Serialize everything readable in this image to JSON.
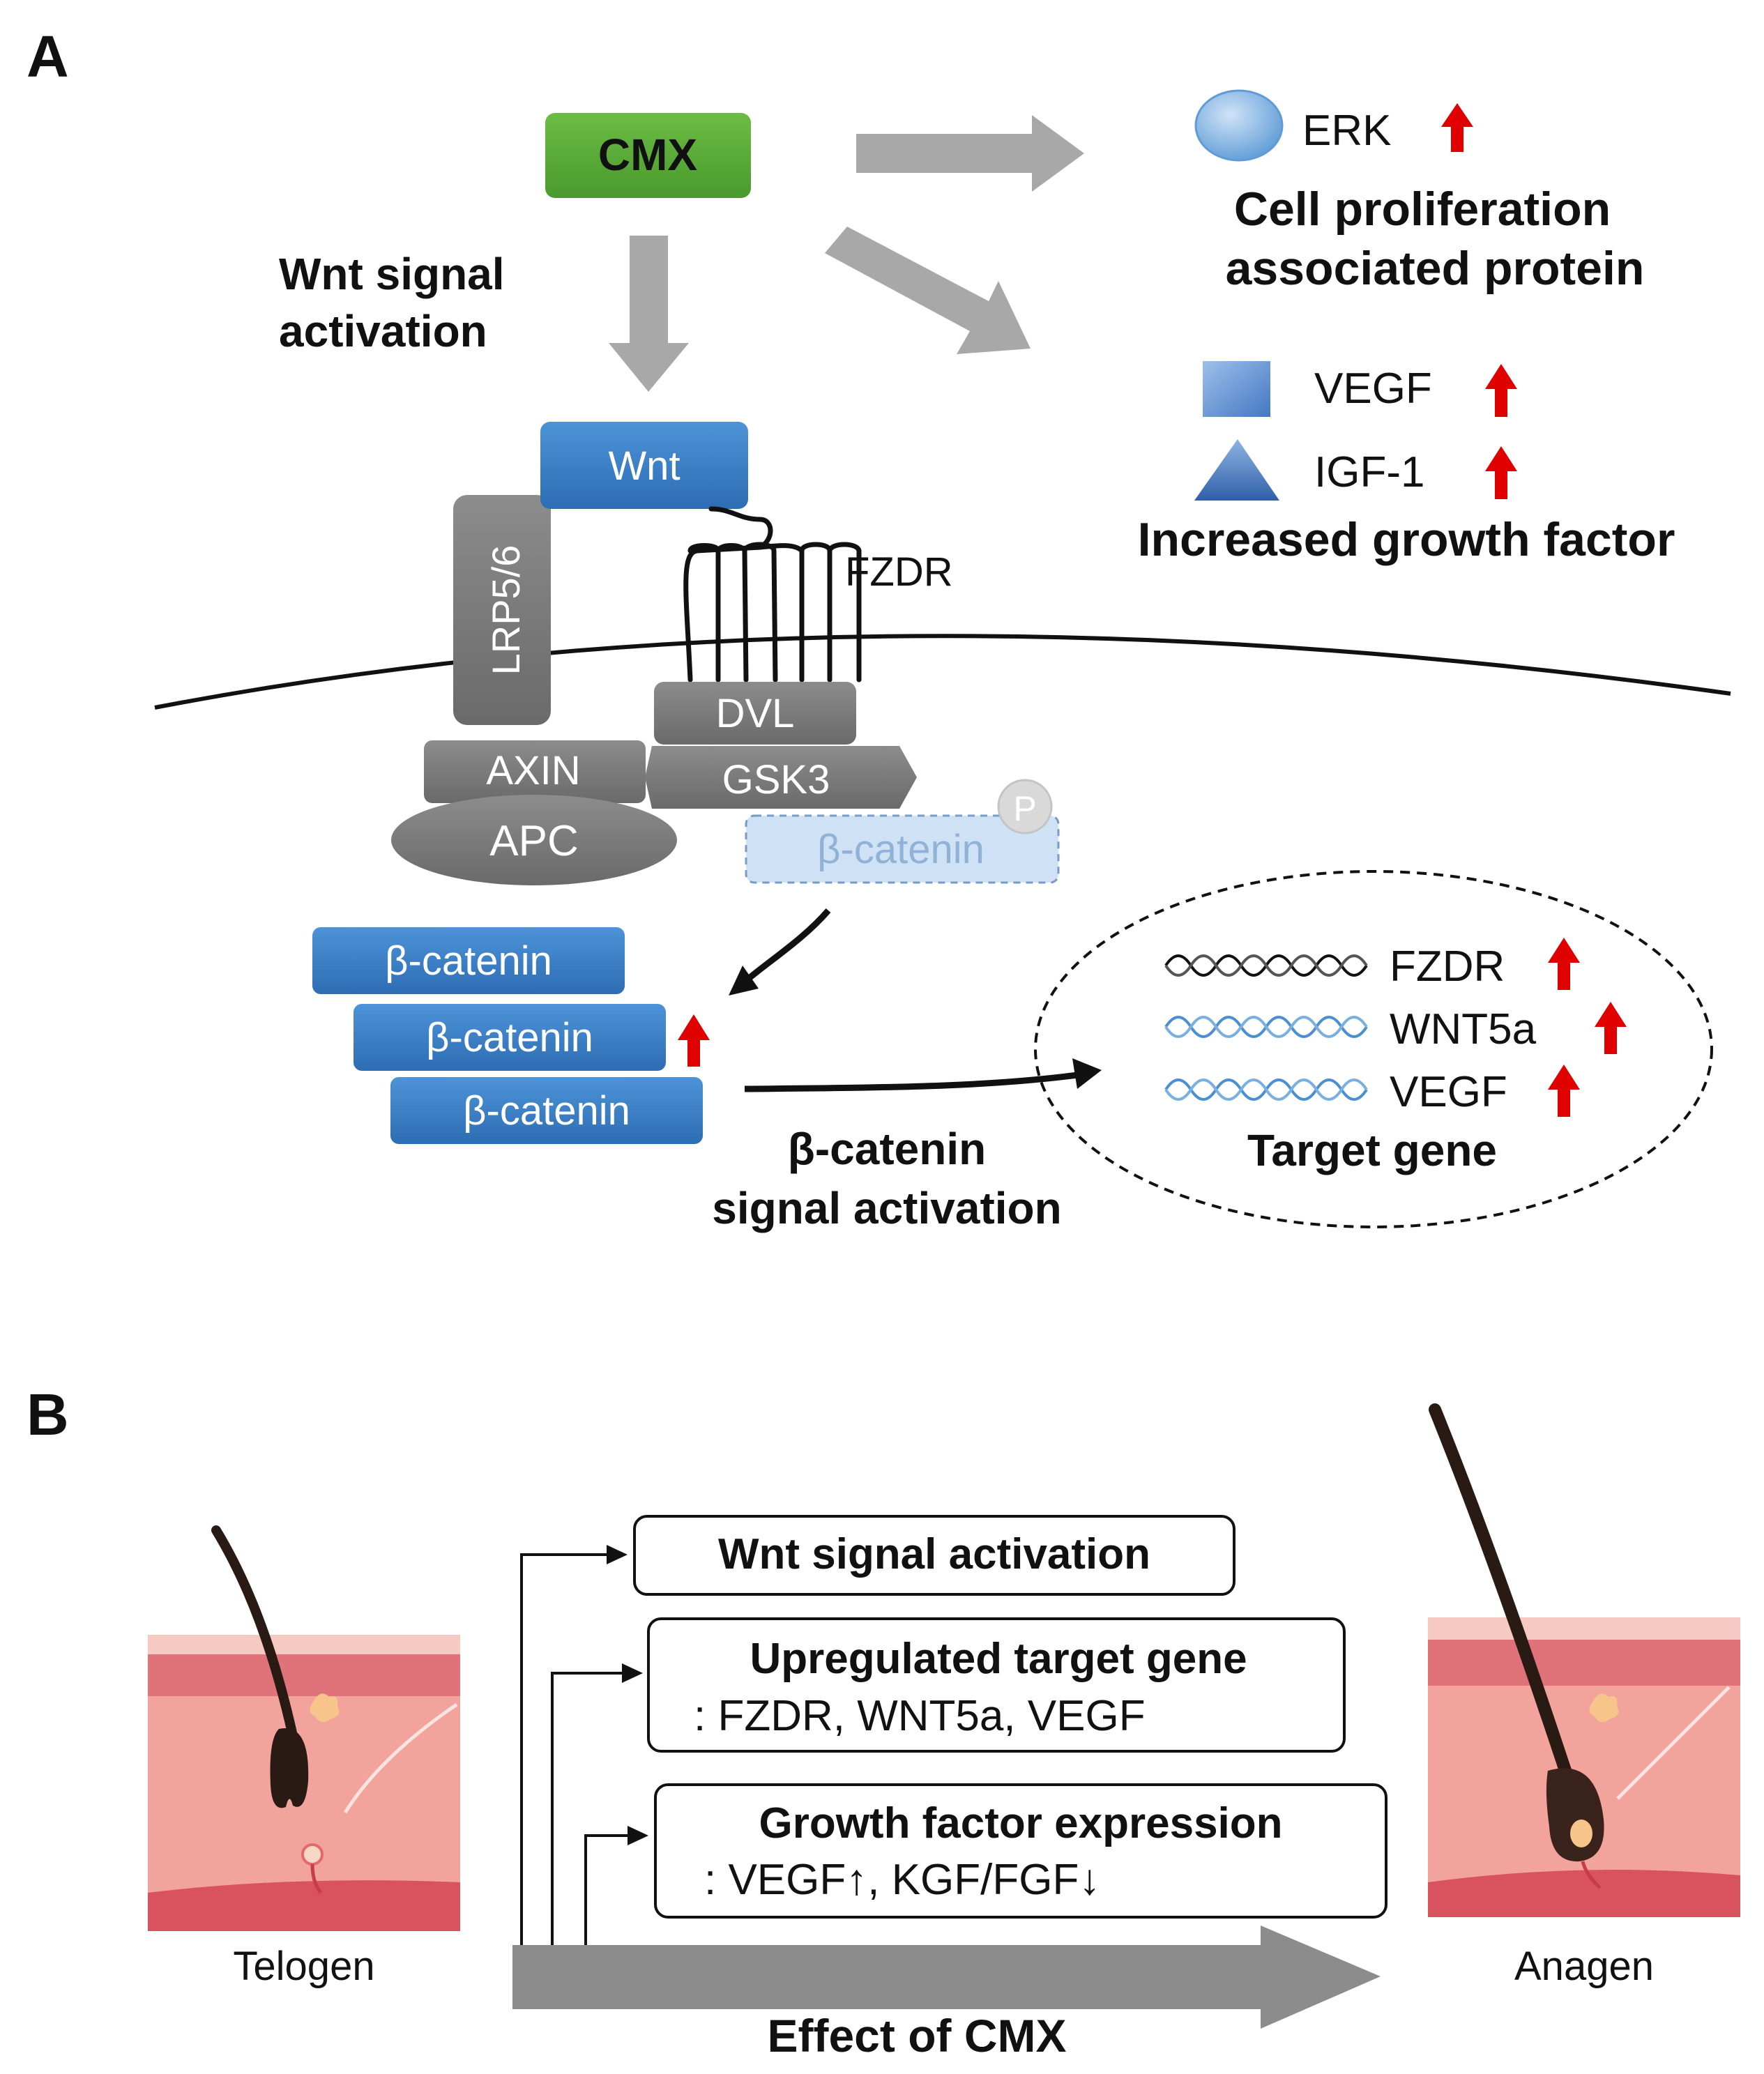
{
  "panel_a": {
    "letter": "A",
    "cmx": "CMX",
    "wnt_signal_line1": "Wnt signal",
    "wnt_signal_line2": "activation",
    "erk": "ERK",
    "cell_prolif_line1": "Cell proliferation",
    "cell_prolif_line2": "associated protein",
    "vegf": "VEGF",
    "igf1": "IGF-1",
    "increased_growth_factor": "Increased growth factor",
    "wnt": "Wnt",
    "lrp": "LRP5/6",
    "fzdr": "FZDR",
    "dvl": "DVL",
    "axin": "AXIN",
    "gsk3": "GSK3",
    "apc": "APC",
    "phospho": "P",
    "beta_catenin": "β-catenin",
    "beta_signal_line1": "β-catenin",
    "beta_signal_line2": "signal activation",
    "target_genes": [
      "FZDR",
      "WNT5a",
      "VEGF"
    ],
    "target_gene_label": "Target gene"
  },
  "panel_b": {
    "letter": "B",
    "box1": "Wnt signal activation",
    "box2_title": "Upregulated target gene",
    "box2_sub": ": FZDR, WNT5a, VEGF",
    "box3_title": "Growth factor expression",
    "box3_sub": ": VEGF↑, KGF/FGF↓",
    "telogen": "Telogen",
    "anagen": "Anagen",
    "effect": "Effect of CMX"
  },
  "colors": {
    "cmx_green": "#5aa83a",
    "blue_box": "#3a7fc5",
    "gray_protein": "#7a7a7a",
    "red_arrow": "#e00000",
    "arrow_gray": "#a8a8a8",
    "skin_pink": "#f1a39c"
  }
}
